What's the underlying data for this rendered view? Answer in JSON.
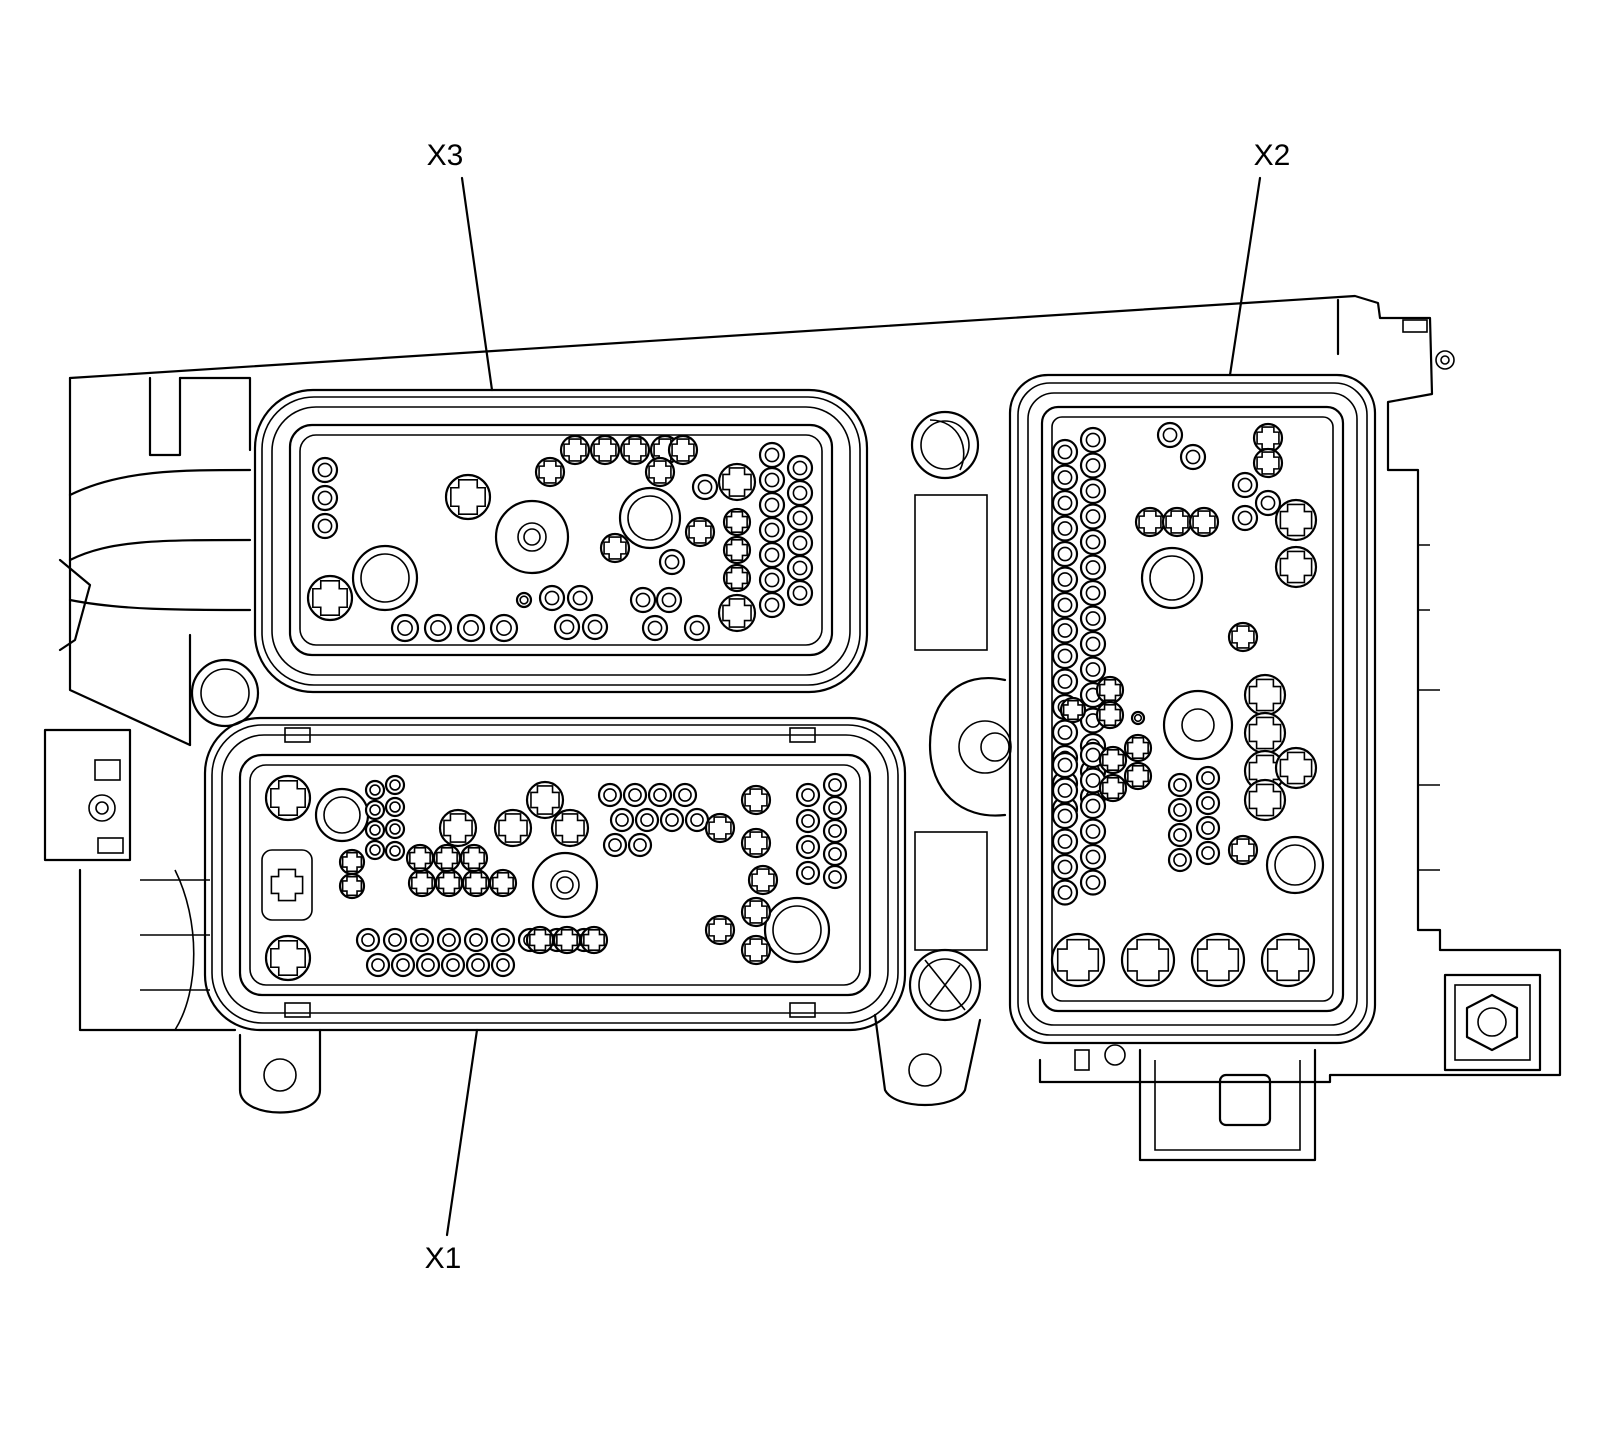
{
  "callouts": {
    "x3": "X3",
    "x2": "X2",
    "x1": "X1"
  },
  "colors": {
    "line": "#000000",
    "background": "#ffffff"
  }
}
